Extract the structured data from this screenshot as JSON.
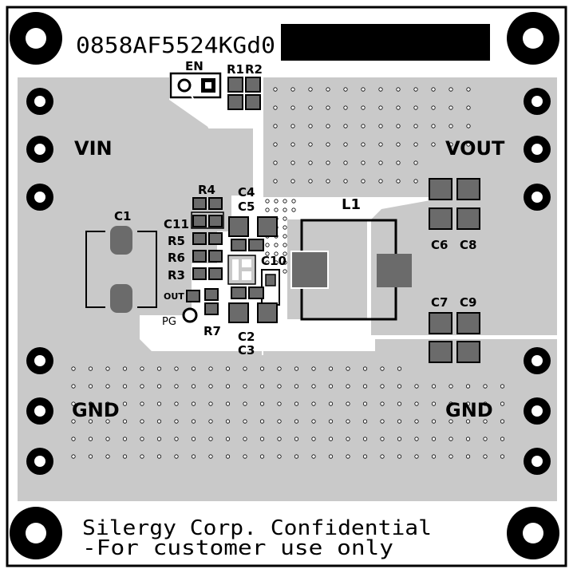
{
  "board": {
    "part_number": "0858AF5524KGd0",
    "footer_line1": "Silergy Corp. Confidential",
    "footer_line2": "-For customer use only"
  },
  "colors": {
    "background": "#ffffff",
    "copper": "#c9c9c9",
    "pad": "#6b6b6b",
    "silkscreen": "#000000",
    "drill": "#ffffff"
  },
  "nets": {
    "vin": "VIN",
    "vout": "VOUT",
    "gnd_left": "GND",
    "gnd_right": "GND"
  },
  "components": {
    "en": "EN",
    "r1": "R1",
    "r2": "R2",
    "r3": "R3",
    "r4": "R4",
    "r5": "R5",
    "r6": "R6",
    "r7": "R7",
    "c1": "C1",
    "c2": "C2",
    "c3": "C3",
    "c4": "C4",
    "c5": "C5",
    "c6": "C6",
    "c7": "C7",
    "c8": "C8",
    "c9": "C9",
    "c10": "C10",
    "c11": "C11",
    "l1": "L1",
    "out": "OUT",
    "pg": "PG"
  }
}
